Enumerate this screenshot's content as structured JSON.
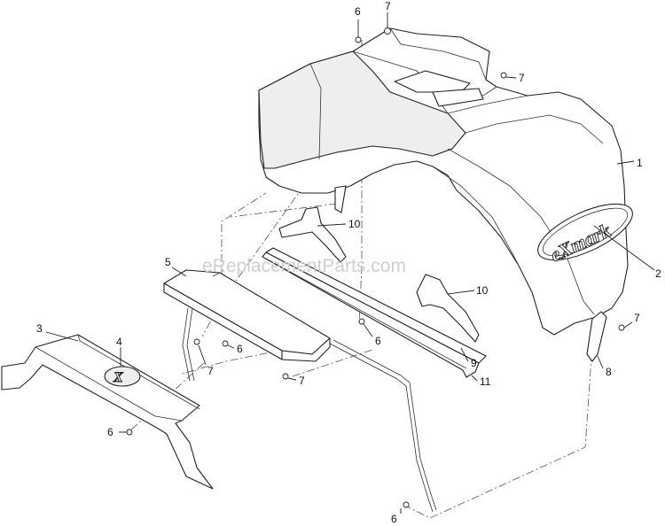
{
  "watermark": "eReplacementParts.com",
  "brand_logo": "eXmark",
  "callouts": [
    {
      "id": "c1",
      "label": "1"
    },
    {
      "id": "c2",
      "label": "2"
    },
    {
      "id": "c3",
      "label": "3"
    },
    {
      "id": "c4",
      "label": "4"
    },
    {
      "id": "c5",
      "label": "5"
    },
    {
      "id": "c6a",
      "label": "6"
    },
    {
      "id": "c6b",
      "label": "6"
    },
    {
      "id": "c6c",
      "label": "6"
    },
    {
      "id": "c6d",
      "label": "6"
    },
    {
      "id": "c6e",
      "label": "6"
    },
    {
      "id": "c7a",
      "label": "7"
    },
    {
      "id": "c7b",
      "label": "7"
    },
    {
      "id": "c7c",
      "label": "7"
    },
    {
      "id": "c7d",
      "label": "7"
    },
    {
      "id": "c7e",
      "label": "7"
    },
    {
      "id": "c8",
      "label": "8"
    },
    {
      "id": "c9",
      "label": "9"
    },
    {
      "id": "c10a",
      "label": "10"
    },
    {
      "id": "c10b",
      "label": "10"
    },
    {
      "id": "c11",
      "label": "11"
    }
  ]
}
